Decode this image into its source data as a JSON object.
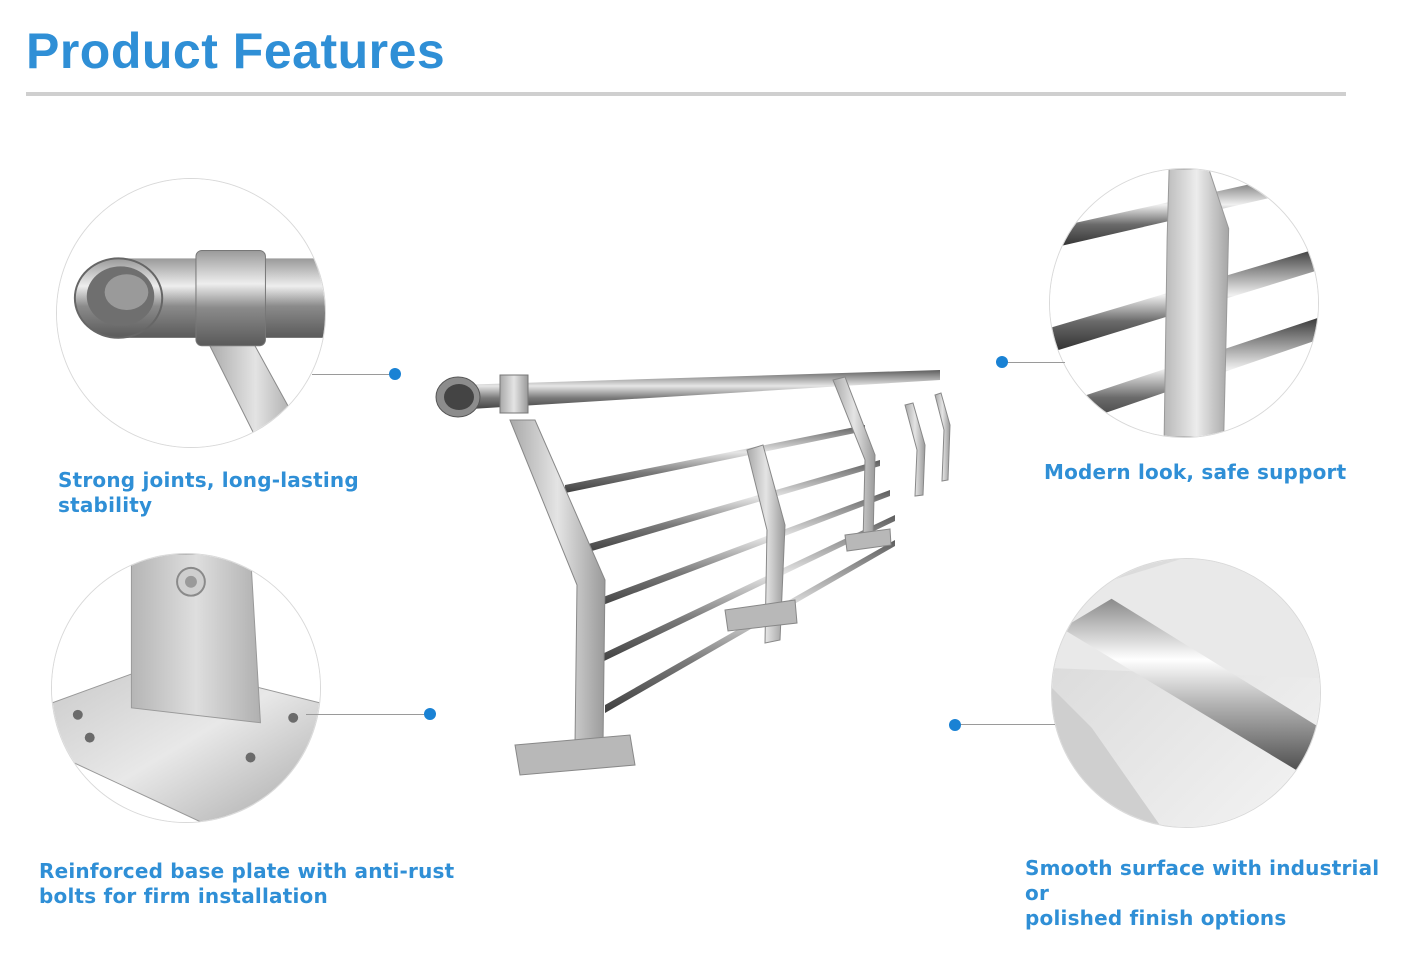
{
  "header": {
    "title": "Product Features"
  },
  "features": [
    {
      "id": "joints",
      "caption_line1": "Strong joints, long-lasting",
      "caption_line2": "stability",
      "icon": "pipe-joint-closeup"
    },
    {
      "id": "base-plate",
      "caption_line1": "Reinforced base plate with anti-rust",
      "caption_line2": "bolts for firm installation",
      "icon": "base-plate-closeup"
    },
    {
      "id": "modern-look",
      "caption_line1": "Modern look, safe support",
      "caption_line2": "",
      "icon": "post-rails-closeup"
    },
    {
      "id": "surface",
      "caption_line1": "Smooth surface with industrial or",
      "caption_line2": "polished finish options",
      "icon": "polished-tube-closeup"
    }
  ],
  "colors": {
    "accent": "#2f8fd6",
    "dot": "#1a82d4",
    "rule": "#cfcfcf"
  }
}
